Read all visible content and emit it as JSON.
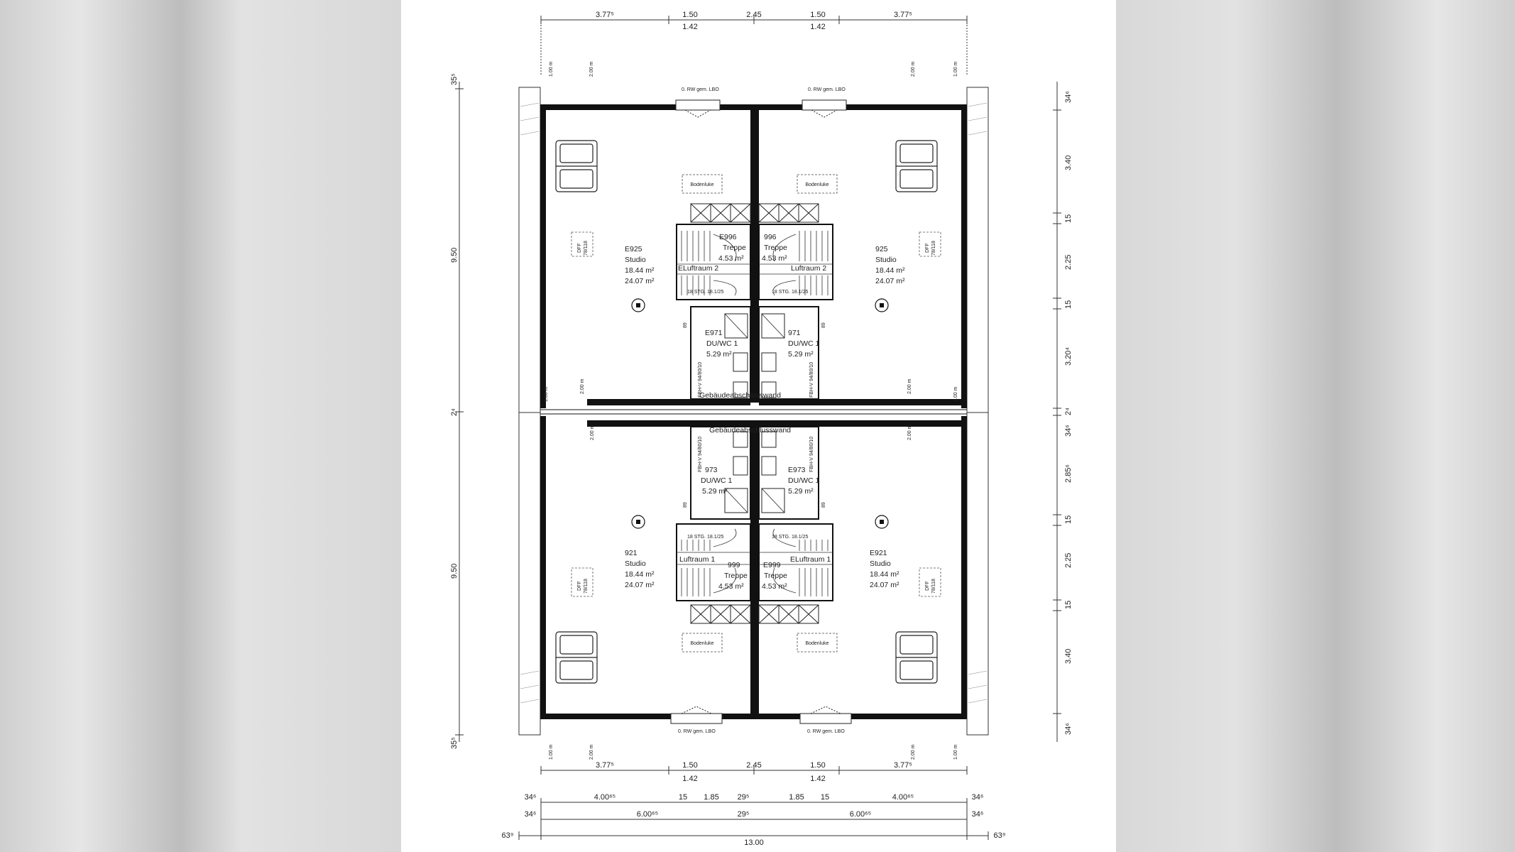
{
  "rooms": {
    "tl": {
      "id": "E925",
      "name": "Studio",
      "area1": "18.44 m²",
      "area2": "24.07 m²"
    },
    "tr": {
      "id": "925",
      "name": "Studio",
      "area1": "18.44 m²",
      "area2": "24.07 m²"
    },
    "bl": {
      "id": "921",
      "name": "Studio",
      "area1": "18.44 m²",
      "area2": "24.07 m²"
    },
    "br": {
      "id": "E921",
      "name": "Studio",
      "area1": "18.44 m²",
      "area2": "24.07 m²"
    }
  },
  "stairs": {
    "tl": {
      "id": "E996",
      "name": "Treppe",
      "area": "4.53 m²",
      "void": "ELuftraum 2",
      "steps": "18 STG. 18.1/25"
    },
    "tr": {
      "id": "996",
      "name": "Treppe",
      "area": "4.53 m²",
      "void": "Luftraum 2",
      "steps": "18 STG. 18.1/25"
    },
    "bl": {
      "id": "999",
      "name": "Treppe",
      "area": "4.53 m²",
      "void": "Luftraum 1",
      "steps": "18 STG. 18.1/25"
    },
    "br": {
      "id": "E999",
      "name": "Treppe",
      "area": "4.53 m²",
      "void": "ELuftraum 1",
      "steps": "18 STG. 18.1/25"
    }
  },
  "baths": {
    "tl": {
      "id": "E971",
      "name": "DU/WC 1",
      "area": "5.29 m²"
    },
    "tr": {
      "id": "971",
      "name": "DU/WC 1",
      "area": "5.29 m²"
    },
    "bl": {
      "id": "973",
      "name": "DU/WC 1",
      "area": "5.29 m²"
    },
    "br": {
      "id": "E973",
      "name": "DU/WC 1",
      "area": "5.29 m²"
    }
  },
  "labels": {
    "wall_top": "Gebäudeabschlusswand",
    "wall_bottom": "Gebäudeabschlusswand",
    "hatch": "Bodenluke",
    "dff": "DFF",
    "dff_size": "78/118",
    "fbh": "FBH-V 94/80/10",
    "window_note": "0. RW gem. LBO",
    "door_note": "89"
  },
  "dims": {
    "top_row1": [
      "3.77⁵",
      "1.50",
      "2.45",
      "1.50",
      "3.77⁵"
    ],
    "top_row2": [
      "1.42",
      "1.42"
    ],
    "bottom_row1": [
      "3.77⁵",
      "1.50",
      "2.45",
      "1.50",
      "3.77⁵"
    ],
    "bottom_row2": [
      "1.42",
      "1.42"
    ],
    "sill_top": [
      "1.00 m",
      "2.00 m",
      "2.00 m",
      "1.00 m"
    ],
    "mid": [
      "1.00 m",
      "2.00 m",
      "2.00 m",
      "2.00 m",
      "2.00 m",
      "1.00 m"
    ],
    "left": [
      "35⁵",
      "9.50",
      "2⁴",
      "9.50",
      "35⁵"
    ],
    "right": [
      "34⁶",
      "3.40",
      "15",
      "2.25",
      "15",
      "3.20⁴",
      "2⁴",
      "34⁶",
      "2.85⁶",
      "15",
      "2.25",
      "15",
      "3.40",
      "34⁶"
    ],
    "b1": [
      "34⁶",
      "4.00⁶⁵",
      "15",
      "1.85",
      "29⁵",
      "1.85",
      "15",
      "4.00⁶⁵",
      "34⁶"
    ],
    "b2": [
      "34⁶",
      "6.00⁶⁵",
      "29⁵",
      "6.00⁶⁵",
      "34⁶"
    ],
    "b3": [
      "63⁹",
      "13.00",
      "63⁹"
    ]
  }
}
